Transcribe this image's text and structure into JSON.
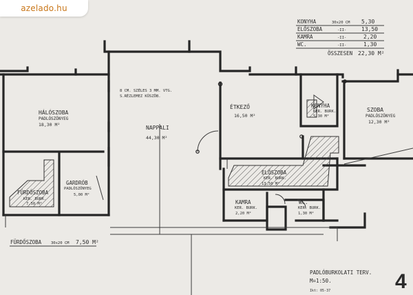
{
  "watermark": "azelado.hu",
  "legend": {
    "rows": [
      {
        "name": "KONYHA",
        "size": "30x20 CM",
        "area": "5,30"
      },
      {
        "name": "ELŐSZOBA",
        "size": "-II-",
        "area": "13,50"
      },
      {
        "name": "KAMRA",
        "size": "-II-",
        "area": "2,20"
      },
      {
        "name": "WC.",
        "size": "-II-",
        "area": "1,30"
      }
    ],
    "total_label": "ÖSSZESEN",
    "total_value": "22,30 M²"
  },
  "bottom_legend": {
    "name": "FÜRDŐSZOBA",
    "size": "30x20 CM",
    "area": "7,50 M²"
  },
  "note": {
    "line1": "8 CM. SZÉLES 3 MM. VTG.",
    "line2": "S.RÉZLEMEZ KÜSZÖB."
  },
  "rooms": {
    "haloszoba": {
      "name": "HÁLÓSZOBA",
      "floor": "PADLÓSZŐNYEG",
      "area": "18,30 M²"
    },
    "nappali": {
      "name": "NAPPALI",
      "area": "44,30 M²"
    },
    "etkezo": {
      "name": "ÉTKEZŐ",
      "area": "16,50 M²"
    },
    "konyha": {
      "name": "KONYHA",
      "floor": "KER. BURK.",
      "area": "5,30 M²"
    },
    "szoba": {
      "name": "SZOBA",
      "floor": "PADLÓSZŐNYEG",
      "area": "12,30 M²"
    },
    "furdoszoba": {
      "name": "FÜRDŐSZOBA",
      "floor": "KER. BURK.",
      "area": "7,50 M²"
    },
    "gardrob": {
      "name": "GARDRÓB",
      "floor": "PADLÓSZŐNYEG",
      "area": "5,00 M²"
    },
    "eloszoba": {
      "name": "ELŐSZOBA",
      "floor": "KER. BURK.",
      "area": "13,50 M²"
    },
    "kamra": {
      "name": "KAMRA",
      "floor": "KER. BURK.",
      "area": "2,20 M²"
    },
    "wc": {
      "name": "WC.",
      "floor": "KER. BURK.",
      "area": "1,30 M²"
    }
  },
  "title": {
    "line1": "PADLÓBURKOLATI TERV.",
    "line2": "M=1:50.",
    "code": "Ikt: 05-37",
    "sheet_number": "4"
  }
}
